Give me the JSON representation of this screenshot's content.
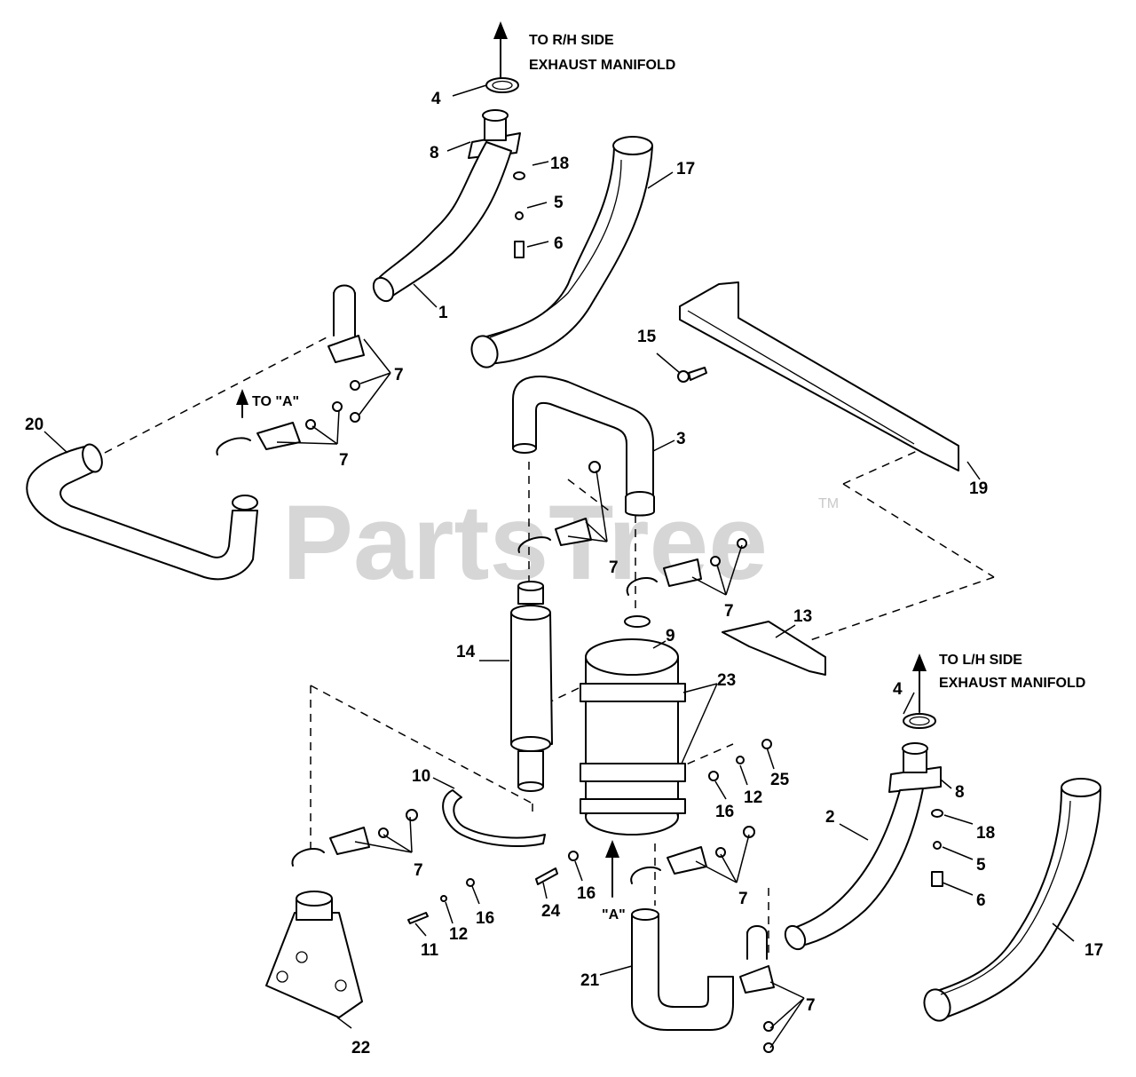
{
  "watermark": {
    "text": "PartsTree",
    "trademark": "TM"
  },
  "notes": {
    "rh_line1": "TO R/H SIDE",
    "rh_line2": "EXHAUST MANIFOLD",
    "lh_line1": "TO L/H SIDE",
    "lh_line2": "EXHAUST MANIFOLD",
    "to_a": "TO \"A\"",
    "a_ref": "\"A\""
  },
  "callouts": [
    {
      "id": "c1",
      "label": "1"
    },
    {
      "id": "c2",
      "label": "2"
    },
    {
      "id": "c3",
      "label": "3"
    },
    {
      "id": "c4a",
      "label": "4"
    },
    {
      "id": "c4b",
      "label": "4"
    },
    {
      "id": "c5a",
      "label": "5"
    },
    {
      "id": "c5b",
      "label": "5"
    },
    {
      "id": "c6a",
      "label": "6"
    },
    {
      "id": "c6b",
      "label": "6"
    },
    {
      "id": "c7a",
      "label": "7"
    },
    {
      "id": "c7b",
      "label": "7"
    },
    {
      "id": "c7c",
      "label": "7"
    },
    {
      "id": "c7d",
      "label": "7"
    },
    {
      "id": "c7e",
      "label": "7"
    },
    {
      "id": "c7f",
      "label": "7"
    },
    {
      "id": "c7g",
      "label": "7"
    },
    {
      "id": "c8a",
      "label": "8"
    },
    {
      "id": "c8b",
      "label": "8"
    },
    {
      "id": "c9",
      "label": "9"
    },
    {
      "id": "c10",
      "label": "10"
    },
    {
      "id": "c11",
      "label": "11"
    },
    {
      "id": "c12a",
      "label": "12"
    },
    {
      "id": "c12b",
      "label": "12"
    },
    {
      "id": "c13",
      "label": "13"
    },
    {
      "id": "c14",
      "label": "14"
    },
    {
      "id": "c15",
      "label": "15"
    },
    {
      "id": "c16a",
      "label": "16"
    },
    {
      "id": "c16b",
      "label": "16"
    },
    {
      "id": "c16c",
      "label": "16"
    },
    {
      "id": "c17a",
      "label": "17"
    },
    {
      "id": "c17b",
      "label": "17"
    },
    {
      "id": "c18a",
      "label": "18"
    },
    {
      "id": "c18b",
      "label": "18"
    },
    {
      "id": "c19",
      "label": "19"
    },
    {
      "id": "c20",
      "label": "20"
    },
    {
      "id": "c21",
      "label": "21"
    },
    {
      "id": "c22",
      "label": "22"
    },
    {
      "id": "c23",
      "label": "23"
    },
    {
      "id": "c24",
      "label": "24"
    },
    {
      "id": "c25",
      "label": "25"
    }
  ]
}
